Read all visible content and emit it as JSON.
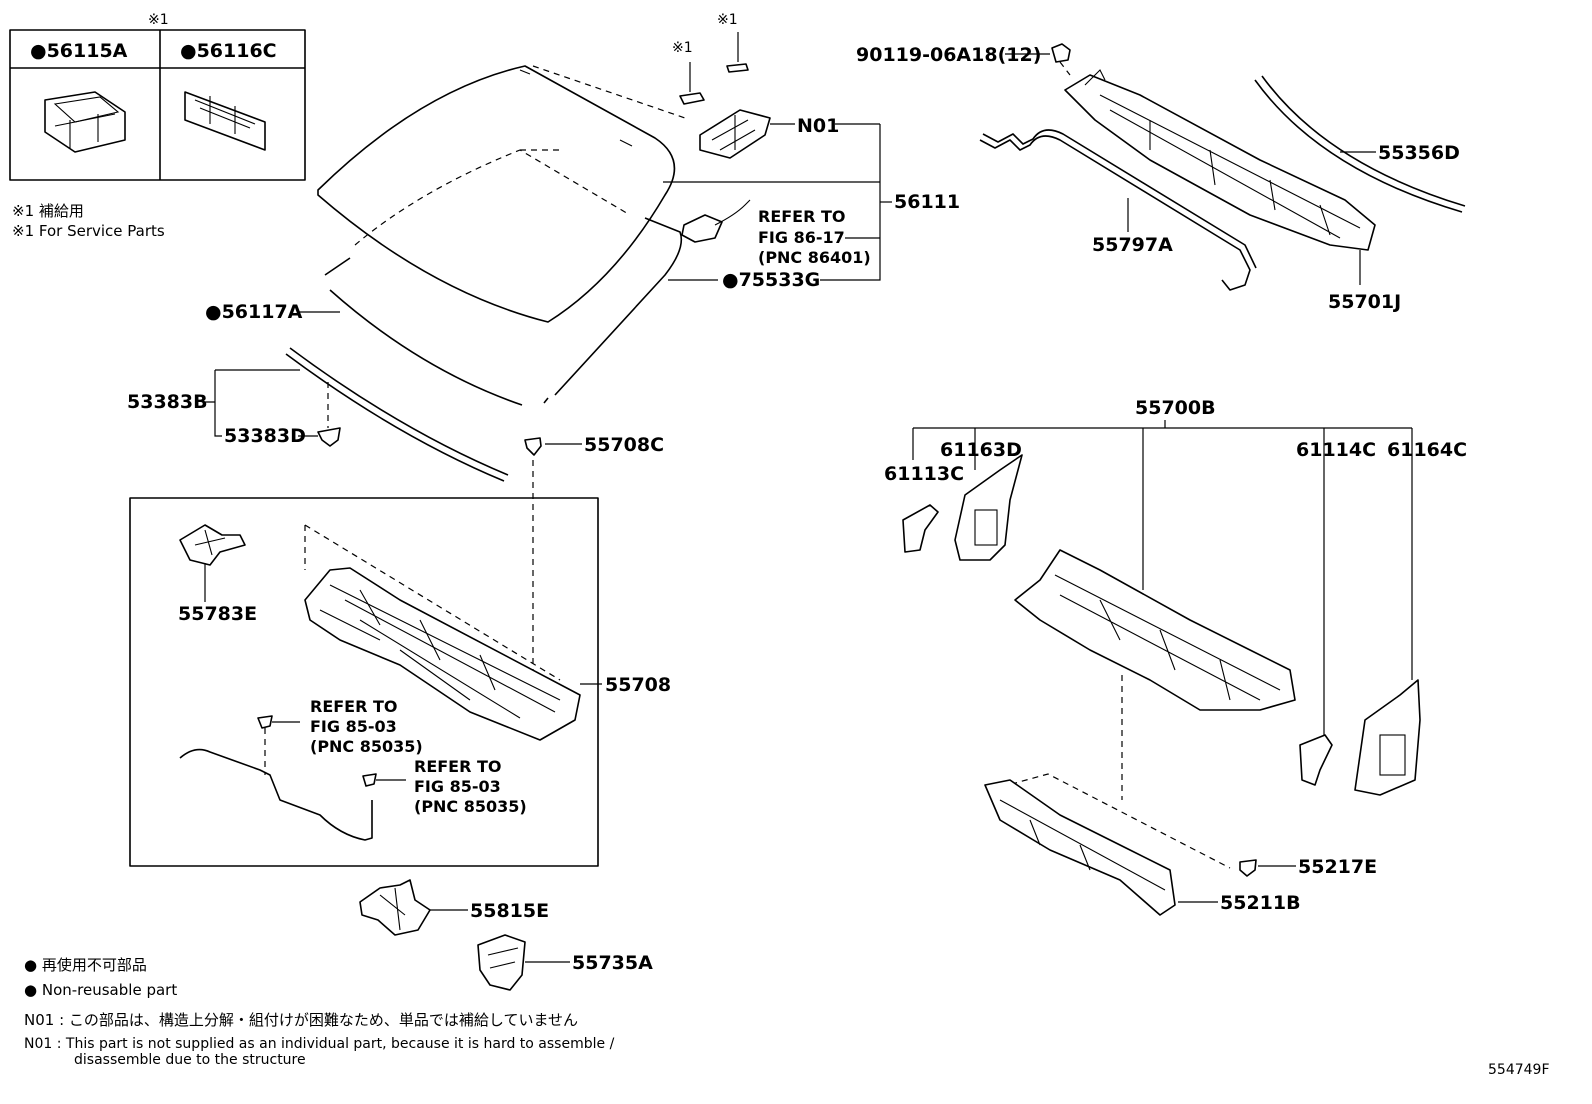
{
  "service_marker": "※1",
  "service_box": {
    "left_part": "●56115A",
    "right_part": "●56116C"
  },
  "service_note_jp": "※1 補給用",
  "service_note_en": "※1 For Service Parts",
  "parts": {
    "p90119": "90119-06A18(12)",
    "n01": "N01",
    "p56111": "56111",
    "p75533G": "●75533G",
    "p56117A": "●56117A",
    "p53383B": "53383B",
    "p53383D": "53383D",
    "p55708C": "55708C",
    "p55783E": "55783E",
    "p55708": "55708",
    "p55815E": "55815E",
    "p55735A": "55735A",
    "p55356D": "55356D",
    "p55797A": "55797A",
    "p55701J": "55701J",
    "p55700B": "55700B",
    "p61163D": "61163D",
    "p61113C": "61113C",
    "p61114C": "61114C",
    "p61164C": "61164C",
    "p55217E": "55217E",
    "p55211B": "55211B"
  },
  "refers": {
    "r1": [
      "REFER TO",
      "FIG 86-17",
      "(PNC 86401)"
    ],
    "r2": [
      "REFER TO",
      "FIG 85-03",
      "(PNC 85035)"
    ],
    "r3": [
      "REFER TO",
      "FIG 85-03",
      "(PNC 85035)"
    ]
  },
  "legend": {
    "nonreusable_jp": "● 再使用不可部品",
    "nonreusable_en": "● Non-reusable part",
    "n01_jp": "N01 : この部品は、構造上分解・組付けが困難なため、単品では補給していません",
    "n01_en_1": "N01 :  This part is not supplied as an individual part, because it is hard to assemble /",
    "n01_en_2": "disassemble due to the structure"
  },
  "figure_id": "554749F"
}
